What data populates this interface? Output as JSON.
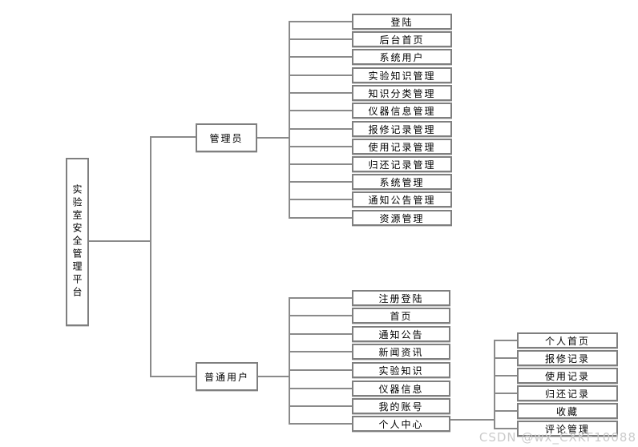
{
  "diagram": {
    "root": {
      "label": "实验室安全管理平台"
    },
    "branches": [
      {
        "label": "管理员",
        "children": [
          {
            "label": "登陆"
          },
          {
            "label": "后台首页"
          },
          {
            "label": "系统用户"
          },
          {
            "label": "实验知识管理"
          },
          {
            "label": "知识分类管理"
          },
          {
            "label": "仪器信息管理"
          },
          {
            "label": "报修记录管理"
          },
          {
            "label": "使用记录管理"
          },
          {
            "label": "归还记录管理"
          },
          {
            "label": "系统管理"
          },
          {
            "label": "通知公告管理"
          },
          {
            "label": "资源管理"
          }
        ]
      },
      {
        "label": "普通用户",
        "children": [
          {
            "label": "注册登陆"
          },
          {
            "label": "首页"
          },
          {
            "label": "通知公告"
          },
          {
            "label": "新闻资讯"
          },
          {
            "label": "实验知识"
          },
          {
            "label": "仪器信息"
          },
          {
            "label": "我的账号"
          },
          {
            "label": "个人中心",
            "children": [
              {
                "label": "个人首页"
              },
              {
                "label": "报修记录"
              },
              {
                "label": "使用记录"
              },
              {
                "label": "归还记录"
              },
              {
                "label": "收藏"
              },
              {
                "label": "评论管理"
              }
            ]
          }
        ]
      }
    ]
  },
  "watermark": {
    "text": "CSDN @wx_CXKF10088"
  },
  "colors": {
    "background": "#ffffff",
    "node_fill": "#ffffff",
    "node_border": "#7f7f7f",
    "connector": "#8a8a8a",
    "text": "#000000",
    "watermark": "#cbcbcb"
  }
}
